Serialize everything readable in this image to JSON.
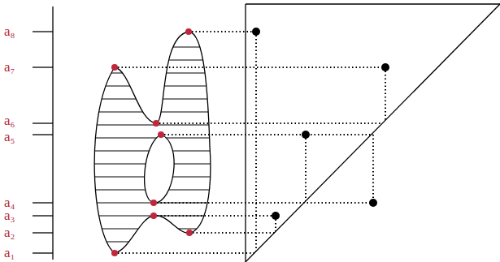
{
  "diagram": {
    "labels": [
      "a₈",
      "a₇",
      "a₆",
      "a₅",
      "a₄",
      "a₃",
      "a₂",
      "a₁"
    ]
  }
}
